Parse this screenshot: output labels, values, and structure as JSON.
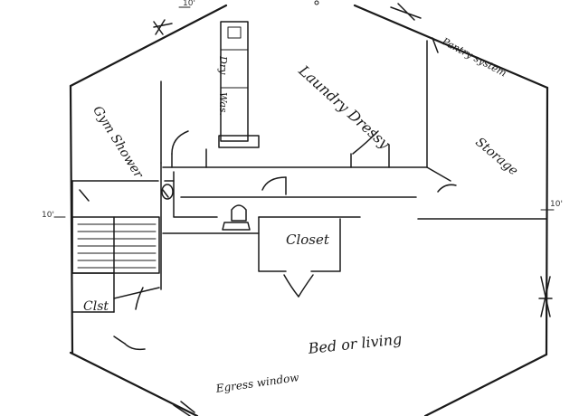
{
  "rooms": {
    "gym_shower": "Gym Shower",
    "laundry_dressing": "Laundry Dressy",
    "washer": "Was.",
    "dryer": "Dry",
    "storage": "Storage",
    "pantry_system": "Pantry system",
    "closet": "Closet",
    "clst": "Clst",
    "bed_or_living": "Bed or living",
    "egress_window": "Egress window"
  },
  "dimensions": {
    "top": "10'",
    "left": "10'",
    "right": "10'"
  }
}
